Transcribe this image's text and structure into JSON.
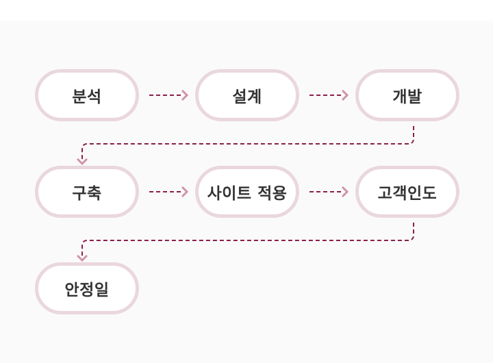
{
  "steps": [
    {
      "id": "analysis",
      "label": "분석"
    },
    {
      "id": "design",
      "label": "설계"
    },
    {
      "id": "development",
      "label": "개발"
    },
    {
      "id": "build",
      "label": "구축"
    },
    {
      "id": "site-apply",
      "label": "사이트 적용"
    },
    {
      "id": "handover",
      "label": "고객인도"
    },
    {
      "id": "stabilization",
      "label": "안정일"
    }
  ],
  "colors": {
    "node_border": "#ead7de",
    "node_fill": "#ffffff",
    "text": "#333333",
    "connector_line": "#8a1e4a",
    "arrowhead": "#cf94a8",
    "background": "#fafafa"
  }
}
